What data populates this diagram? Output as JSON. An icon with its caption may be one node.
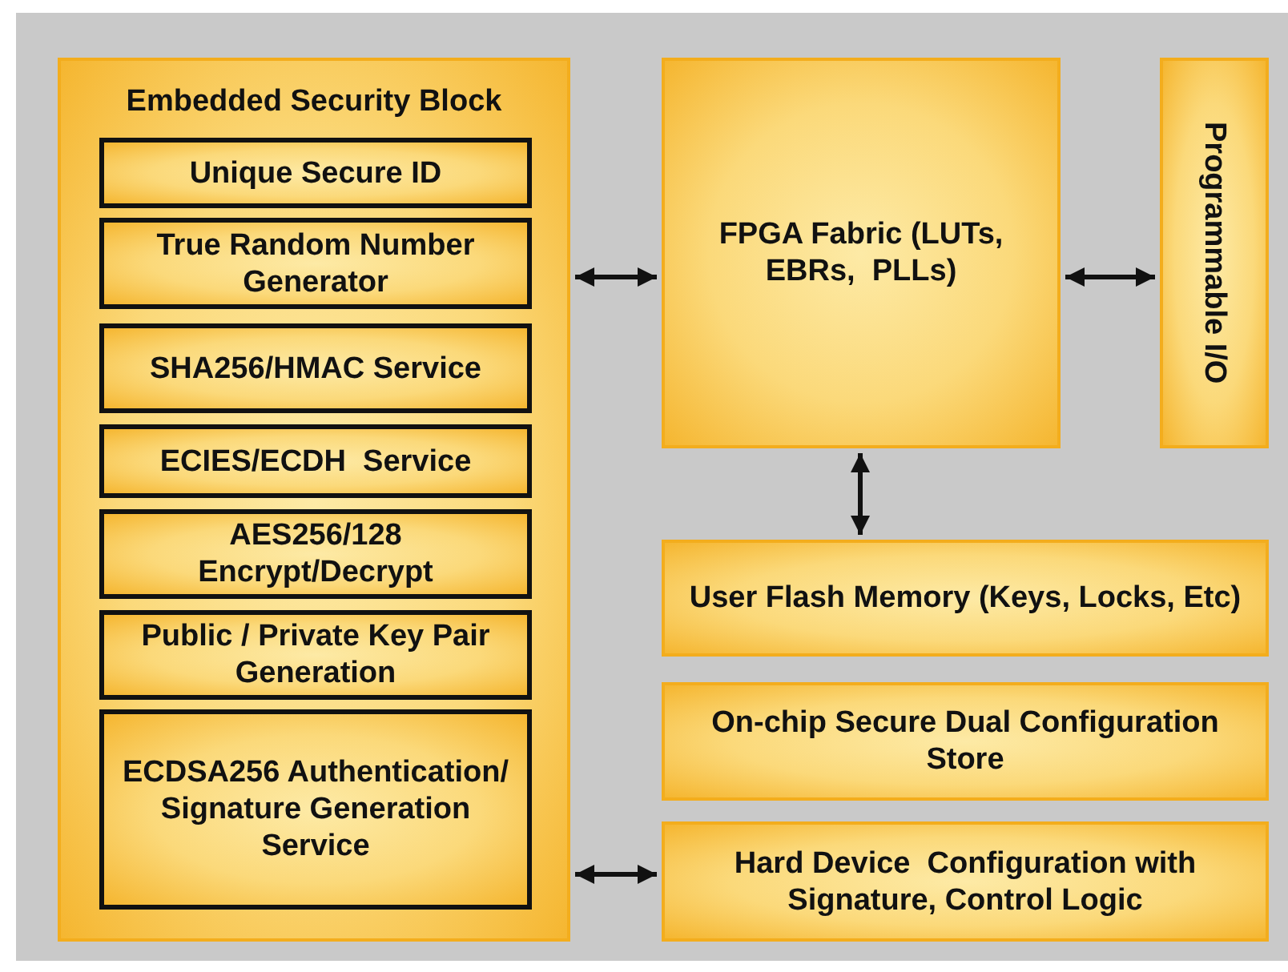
{
  "diagram": {
    "nodes": [
      {
        "text": [
          "Embedded Security Block"
        ]
      },
      {
        "text": [
          "Unique Secure ID"
        ],
        "in": 0
      },
      {
        "text": [
          "True Random Number Generator"
        ],
        "in": 0
      },
      {
        "text": [
          "SHA256/HMAC Service"
        ],
        "in": 0
      },
      {
        "text": [
          "ECIES/ECDH  Service"
        ],
        "in": 0
      },
      {
        "text": [
          "AES256/128 Encrypt/Decrypt"
        ],
        "in": 0
      },
      {
        "text": [
          "Public / Private Key Pair Generation"
        ],
        "in": 0
      },
      {
        "text": [
          "ECDSA256 Authentication/ Signature Generation Service"
        ],
        "in": 0
      },
      {
        "text": [
          "FPGA Fabric (LUTs, EBRs,  PLLs)"
        ]
      },
      {
        "text": [
          "Programmable I/O"
        ]
      },
      {
        "text": [
          "User Flash Memory (Keys, Locks, Etc)"
        ]
      },
      {
        "text": [
          "On-chip Secure Dual Configuration Store"
        ]
      },
      {
        "text": [
          "Hard Device  Configuration with Signature, Control Logic"
        ]
      }
    ],
    "edges": [
      {
        "from": 0,
        "to": 8,
        "arrow": "both"
      },
      {
        "from": 8,
        "to": 9,
        "arrow": "both"
      },
      {
        "from": 8,
        "to": 10,
        "arrow": "both"
      },
      {
        "from": 0,
        "to": 12,
        "arrow": "both"
      }
    ]
  }
}
